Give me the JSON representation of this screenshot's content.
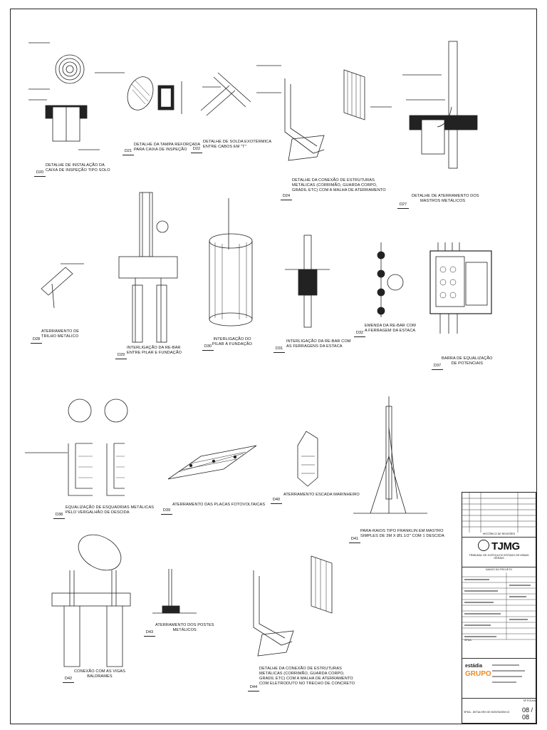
{
  "details": [
    {
      "number": "D20",
      "title": [
        "DETALHE DE INSTALAÇÃO DA",
        "CAIXA DE INSPEÇÃO TIPO SOLO"
      ]
    },
    {
      "number": "D21",
      "title": [
        "DETALHE DA TAMPA REFORÇADA",
        "PARA CAIXA DE INSPEÇÃO"
      ]
    },
    {
      "number": "D22",
      "title": [
        "DETALHE DE SOLDA EXOTÉRMICA",
        "ENTRE CABOS EM \"T\""
      ]
    },
    {
      "number": "D24",
      "title": [
        "DETALHE DA CONEXÃO DE ESTRUTURAS",
        "METÁLICAS (CORRIMÃO, GUARDA CORPO,",
        "GRADIL ETC) COM A MALHA DE ATERRAMENTO"
      ]
    },
    {
      "number": "D27",
      "title": [
        "DETALHE DE ATERRAMENTO DOS",
        "MASTROS METÁLICOS"
      ]
    },
    {
      "number": "D28",
      "title": [
        "ATERRAMENTO DE",
        "TRILHO METÁLICO"
      ]
    },
    {
      "number": "D29",
      "title": [
        "INTERLIGAÇÃO DA RE-BAR",
        "ENTRE PILAR E FUNDAÇÃO"
      ]
    },
    {
      "number": "D30",
      "title": [
        "INTERLIGAÇÃO DO",
        "PILAR À FUNDAÇÃO"
      ]
    },
    {
      "number": "D31",
      "title": [
        "INTERLIGAÇÃO DA RE-BAR COM",
        "AS FERRAGENS DA ESTACA"
      ]
    },
    {
      "number": "D32",
      "title": [
        "EMENDA DA RE-BAR COM",
        "A FERRAGEM DA ESTACA"
      ]
    },
    {
      "number": "D37",
      "title": [
        "BARRA DE EQUALIZAÇÃO",
        "DE POTENCIAIS"
      ]
    },
    {
      "number": "D38",
      "title": [
        "EQUALIZAÇÃO DE ESQUADRIAS METÁLICAS",
        "PELO VERGALHÃO DE DESCIDA"
      ]
    },
    {
      "number": "D39",
      "title": [
        "ATERRAMENTO DAS PLACAS FOTOVOLTAICAS"
      ]
    },
    {
      "number": "D40",
      "title": [
        "ATERRAMENTO ESCADA MARINHEIRO"
      ]
    },
    {
      "number": "D41",
      "title": [
        "PARA-RAIOS TIPO FRANKLIN EM MASTRO",
        "SIMPLES DE 3m x Ø1.1/2\" COM 1 DESCIDA"
      ]
    },
    {
      "number": "D42",
      "title": [
        "CONEXÃO COM AS VIGAS",
        "BALDRAMES"
      ]
    },
    {
      "number": "D43",
      "title": [
        "ATERRAMENTO DOS POSTES",
        "METÁLICOS"
      ]
    },
    {
      "number": "D44",
      "title": [
        "DETALHE DA CONEXÃO DE ESTRUTURAS",
        "METÁLICAS (CORRIMÃO, GUARDA CORPO,",
        "GRADIL ETC) COM A MALHA DE ATERRAMENTO",
        "COM ELETRODUTO NO TRECHO DE CONCRETO"
      ]
    }
  ],
  "title_block": {
    "revisions_heading": "HISTÓRICO DE REVISÕES",
    "logo": "TJMG",
    "org": "TRIBUNAL DE JUSTIÇA DO ESTADO DE MINAS GERAIS",
    "project_heading": "DADOS DO PROJETO",
    "discipline": "SPDA",
    "sheet_label": "Nº FOLHA",
    "drawing_title": "SPDA - DETALHES DE MONTAGEM 02",
    "sheet_number": "08 / 08",
    "company_logo": "GRUPO"
  },
  "colors": {
    "line": "#222222",
    "logo_orange": "#f08a1c"
  }
}
